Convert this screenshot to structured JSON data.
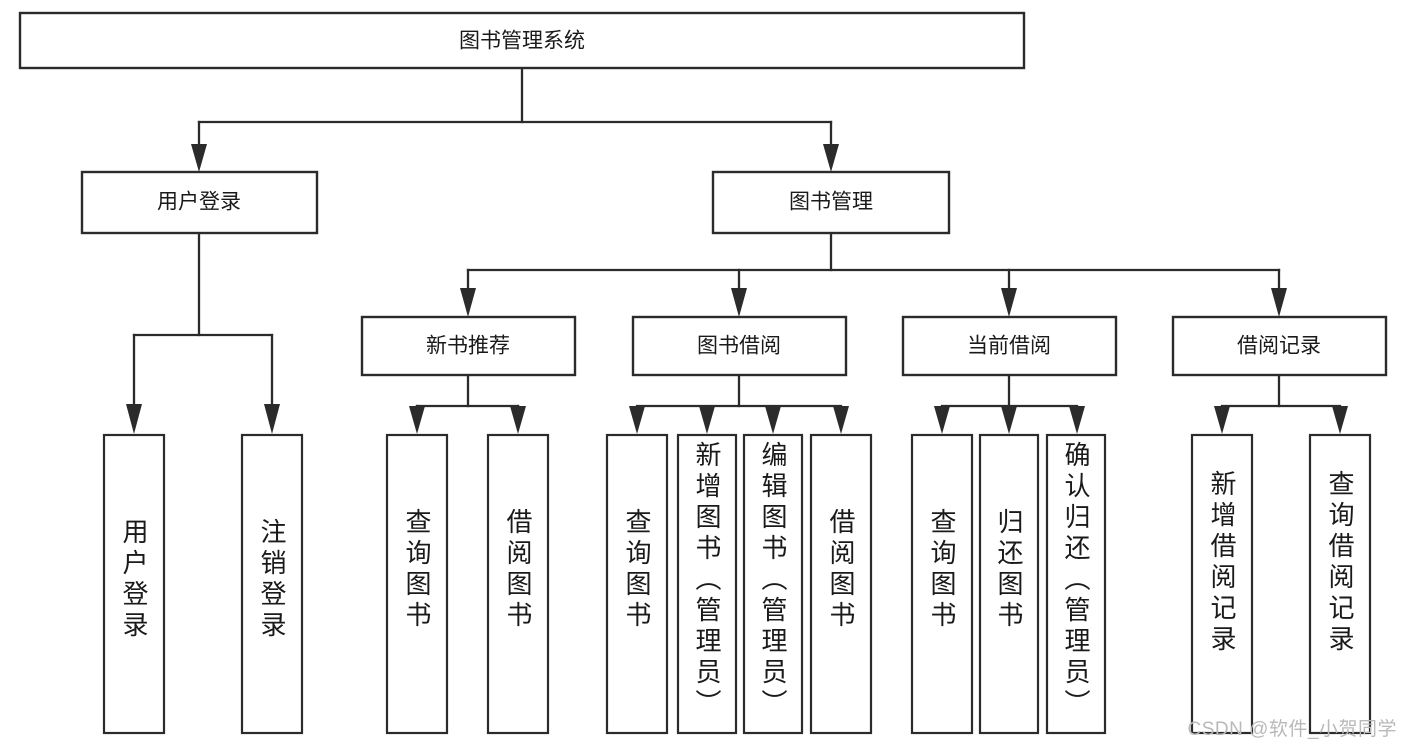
{
  "diagram": {
    "title": "图书管理系统",
    "type": "hierarchy-tree",
    "watermark": "CSDN @软件_小贺同学",
    "root": {
      "id": "root",
      "label": "图书管理系统"
    },
    "level2": [
      {
        "id": "user-login",
        "label": "用户登录"
      },
      {
        "id": "book-manage",
        "label": "图书管理"
      }
    ],
    "level3": [
      {
        "id": "new-book-rec",
        "label": "新书推荐",
        "parent": "book-manage"
      },
      {
        "id": "book-borrow",
        "label": "图书借阅",
        "parent": "book-manage"
      },
      {
        "id": "current-borrow",
        "label": "当前借阅",
        "parent": "book-manage"
      },
      {
        "id": "borrow-record",
        "label": "借阅记录",
        "parent": "book-manage"
      }
    ],
    "leaves": [
      {
        "id": "leaf-user-login",
        "label": "用户登录",
        "parent": "user-login"
      },
      {
        "id": "leaf-logout-login",
        "label": "注销登录",
        "parent": "user-login"
      },
      {
        "id": "leaf-query-book-1",
        "label": "查询图书",
        "parent": "new-book-rec"
      },
      {
        "id": "leaf-borrow-book-1",
        "label": "借阅图书",
        "parent": "new-book-rec"
      },
      {
        "id": "leaf-query-book-2",
        "label": "查询图书",
        "parent": "book-borrow"
      },
      {
        "id": "leaf-add-book",
        "label": "新增图书（管理员）",
        "parent": "book-borrow"
      },
      {
        "id": "leaf-edit-book",
        "label": "编辑图书（管理员）",
        "parent": "book-borrow"
      },
      {
        "id": "leaf-borrow-book-2",
        "label": "借阅图书",
        "parent": "book-borrow"
      },
      {
        "id": "leaf-query-book-3",
        "label": "查询图书",
        "parent": "current-borrow"
      },
      {
        "id": "leaf-return-book",
        "label": "归还图书",
        "parent": "current-borrow"
      },
      {
        "id": "leaf-confirm-return",
        "label": "确认归还（管理员）",
        "parent": "current-borrow"
      },
      {
        "id": "leaf-add-record",
        "label": "新增借阅记录",
        "parent": "borrow-record"
      },
      {
        "id": "leaf-query-record",
        "label": "查询借阅记录",
        "parent": "borrow-record"
      }
    ],
    "colors": {
      "stroke": "#2b2b2b",
      "box_fill": "#ffffff",
      "text": "#1a1a1a",
      "background": "#ffffff",
      "watermark": "#b9b9b9"
    }
  }
}
